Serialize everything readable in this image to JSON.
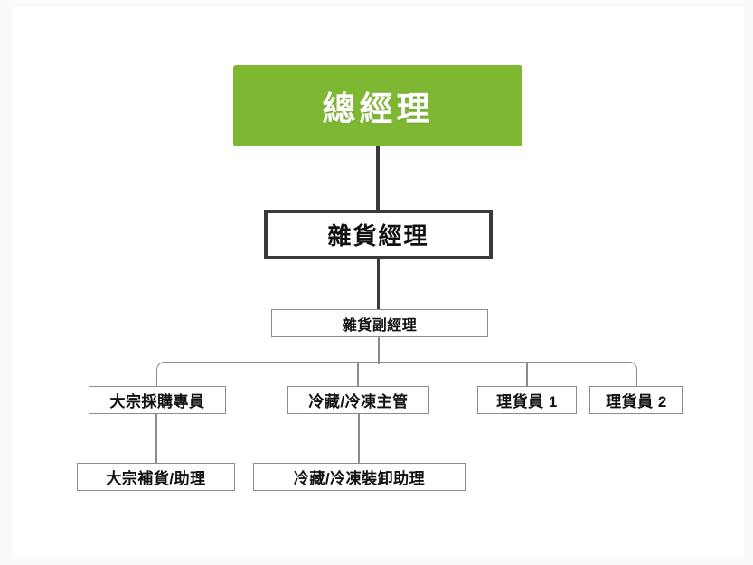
{
  "chart": {
    "type": "org-chart",
    "title": "",
    "accent_color": "#7eb832",
    "box_border_color": "#8c8c8c",
    "emphasis_border_color": "#3a3a3c",
    "background_color": "#ffffff",
    "levels": [
      {
        "level": 1,
        "nodes": [
          {
            "id": "general-manager",
            "label": "總經理",
            "style": "green-filled"
          }
        ]
      },
      {
        "level": 2,
        "nodes": [
          {
            "id": "grocery-manager",
            "label": "雜貨經理",
            "style": "heavy-outline"
          }
        ]
      },
      {
        "level": 3,
        "nodes": [
          {
            "id": "deputy-grocery-manager",
            "label": "雜貨副經理",
            "style": "thin-outline"
          }
        ]
      },
      {
        "level": 4,
        "nodes": [
          {
            "id": "bulk-purchasing-specialist",
            "label": "大宗採購專員",
            "style": "thin-outline"
          },
          {
            "id": "cold-chain-supervisor",
            "label": "冷藏/冷凍主管",
            "style": "thin-outline"
          },
          {
            "id": "stocker-1",
            "label": "理貨員 1",
            "style": "thin-outline"
          },
          {
            "id": "stocker-2",
            "label": "理貨員 2",
            "style": "thin-outline"
          }
        ]
      },
      {
        "level": 5,
        "nodes": [
          {
            "id": "bulk-restock-assistant",
            "label": "大宗補貨/助理",
            "style": "thin-outline"
          },
          {
            "id": "cold-chain-loading-assistant",
            "label": "冷藏/冷凍裝卸助理",
            "style": "thin-outline"
          }
        ]
      }
    ],
    "edges": [
      {
        "from": "general-manager",
        "to": "grocery-manager"
      },
      {
        "from": "grocery-manager",
        "to": "deputy-grocery-manager"
      },
      {
        "from": "deputy-grocery-manager",
        "to": "bulk-purchasing-specialist"
      },
      {
        "from": "deputy-grocery-manager",
        "to": "cold-chain-supervisor"
      },
      {
        "from": "deputy-grocery-manager",
        "to": "stocker-1"
      },
      {
        "from": "deputy-grocery-manager",
        "to": "stocker-2"
      },
      {
        "from": "bulk-purchasing-specialist",
        "to": "bulk-restock-assistant"
      },
      {
        "from": "cold-chain-supervisor",
        "to": "cold-chain-loading-assistant"
      }
    ]
  }
}
